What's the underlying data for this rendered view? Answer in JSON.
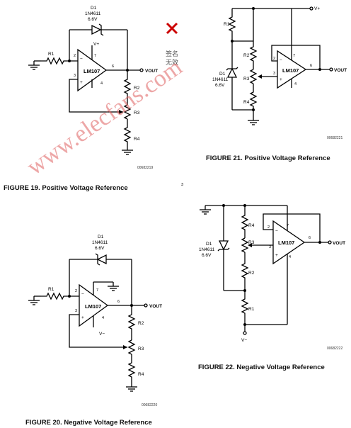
{
  "fig19": {
    "caption": "FIGURE 19. Positive Voltage Reference",
    "code": "00682219",
    "diode_ref": "D1",
    "diode_part": "1N4611",
    "diode_v": "6.6V",
    "r1": "R1",
    "r2": "R2",
    "r3": "R3",
    "r4": "R4",
    "opamp": "LM107",
    "vplus": "V+",
    "vout": "VOUT",
    "pin2": "2",
    "pin3": "3",
    "pin4": "4",
    "pin6": "6",
    "pin7": "7",
    "minus": "−",
    "plus": "+"
  },
  "fig20": {
    "caption": "FIGURE 20. Negative Voltage Reference",
    "code": "00682220",
    "diode_ref": "D1",
    "diode_part": "1N4611",
    "diode_v": "6.6V",
    "r1": "R1",
    "r2": "R2",
    "r3": "R3",
    "r4": "R4",
    "opamp": "LM107",
    "vminus": "V−",
    "vout": "VOUT",
    "pin2": "2",
    "pin3": "3",
    "pin4": "4",
    "pin6": "6",
    "pin7": "7",
    "minus": "−",
    "plus": "+"
  },
  "fig21": {
    "caption": "FIGURE 21. Positive Voltage Reference",
    "code": "00682221",
    "diode_ref": "D1",
    "diode_part": "1N4611",
    "diode_v": "6.6V",
    "r1": "R1",
    "r2": "R2",
    "r3": "R3",
    "r4": "R4",
    "opamp": "LM107",
    "vplus": "V+",
    "vout": "VOUT",
    "pin2": "2",
    "pin3": "3",
    "pin4": "4",
    "pin6": "6",
    "pin7": "7",
    "minus": "−",
    "plus": "+"
  },
  "fig22": {
    "caption": "FIGURE 22. Negative Voltage Reference",
    "code": "00682222",
    "diode_ref": "D1",
    "diode_part": "1N4611",
    "diode_v": "6.6V",
    "r1": "R1",
    "r2": "R2",
    "r3": "R3",
    "r4": "R4",
    "opamp": "LM107",
    "vminus": "V−",
    "vout": "VOUT",
    "pin2": "2",
    "pin3": "3",
    "pin4": "4",
    "pin6": "6",
    "pin7": "7",
    "minus": "−",
    "plus": "+"
  },
  "overlay": {
    "watermark": "www.elecfans.com",
    "stamp_line1": "签名",
    "stamp_line2": "无效",
    "stray_mark": "3"
  },
  "colors": {
    "wire": "#000000",
    "watermark": "#e06060",
    "cross": "#cc0000"
  }
}
